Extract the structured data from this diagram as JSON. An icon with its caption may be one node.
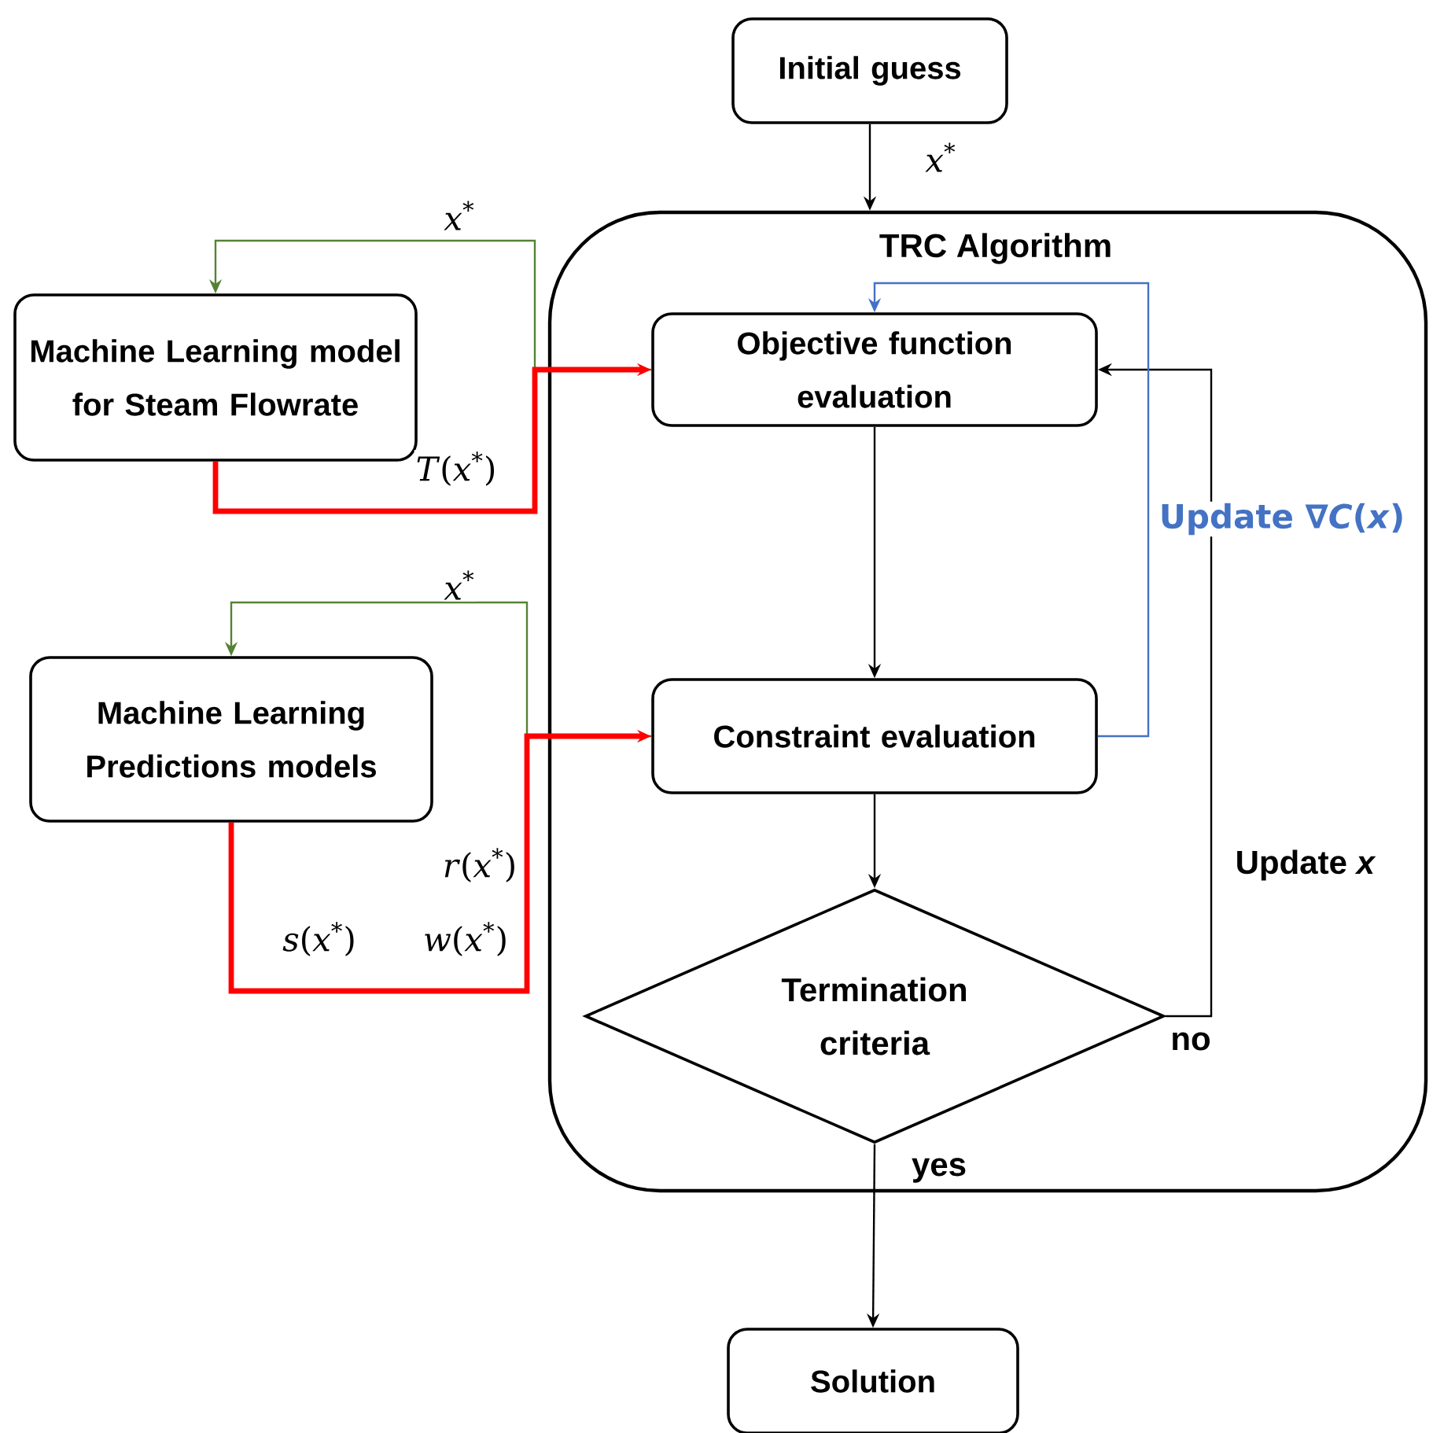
{
  "diagram": {
    "nodes": [
      {
        "text": [
          "Initial guess"
        ]
      },
      {
        "text": [
          "TRC Algorithm"
        ]
      },
      {
        "text": [
          "Objective function evaluation"
        ],
        "in": 1
      },
      {
        "text": [
          "Constraint evaluation"
        ],
        "in": 1
      },
      {
        "text": [
          "Termination criteria"
        ],
        "in": 1
      },
      {
        "text": [
          "Solution"
        ]
      },
      {
        "text": [
          "Machine Learning model for Steam Flowrate"
        ]
      },
      {
        "text": [
          "Machine Learning Predictions models"
        ]
      }
    ],
    "edges": [
      {
        "from": 0,
        "to": 1,
        "arrow": "to",
        "label": "*x*$^{*}$"
      },
      {
        "from": 2,
        "to": 3,
        "arrow": "to"
      },
      {
        "from": 3,
        "to": 4,
        "arrow": "to"
      },
      {
        "from": 4,
        "to": 5,
        "arrow": "to",
        "label": "yes"
      },
      {
        "from": 4,
        "to": 2,
        "arrow": "to",
        "label": "no"
      },
      {
        "from": 3,
        "to": 2,
        "arrow": "to",
        "label": "Update ∇*C*(*x*)",
        "color": "#4472c4"
      },
      {
        "from": 2,
        "to": 6,
        "arrow": "to",
        "label": "*x*$^{*}$",
        "color": "#548235"
      },
      {
        "from": 6,
        "to": 2,
        "arrow": "to",
        "label": "*T*(*x*$^{*}$)",
        "style": "thick",
        "color": "#ff0000"
      },
      {
        "from": 3,
        "to": 7,
        "arrow": "to",
        "label": "*x*$^{*}$",
        "color": "#548235"
      },
      {
        "from": 7,
        "to": 3,
        "arrow": "to",
        "style": "thick",
        "color": "#ff0000"
      }
    ],
    "labels": [
      "Update *x*",
      "*r*(*x*$^{*}$)",
      "*s*(*x*$^{*}$)",
      "*w*(*x*$^{*}$)"
    ]
  }
}
